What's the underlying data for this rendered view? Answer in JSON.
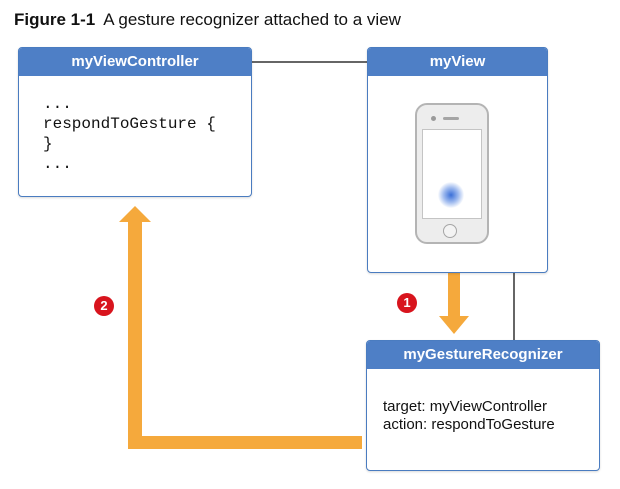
{
  "caption": {
    "number": "Figure 1-1",
    "title": "A gesture recognizer attached to a view"
  },
  "view_controller": {
    "title": "myViewController",
    "code_lines": [
      "...",
      "respondToGesture {",
      "}",
      "..."
    ]
  },
  "view": {
    "title": "myView",
    "device_icon": "iphone-icon"
  },
  "gesture_recognizer": {
    "title": "myGestureRecognizer",
    "target": "target: myViewController",
    "action": "action: respondToGesture"
  },
  "steps": [
    {
      "badge": "1"
    },
    {
      "badge": "2"
    }
  ],
  "colors": {
    "header_blue": "#4e7fc6",
    "box_border": "#4a7cc0",
    "arrow_orange": "#f5a93c",
    "badge_red": "#d8141d",
    "connector": "#333333"
  }
}
